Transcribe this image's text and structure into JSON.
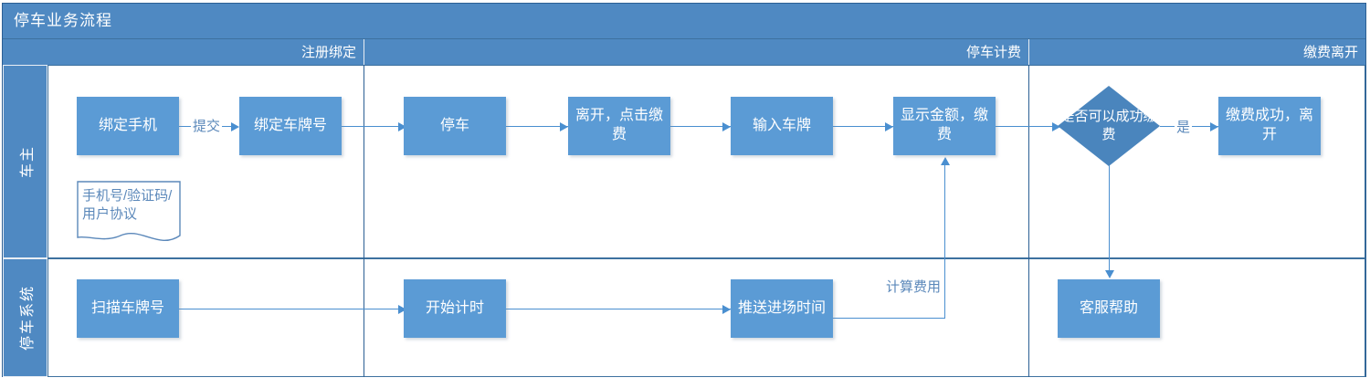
{
  "title": "停车业务流程",
  "phases": [
    {
      "label": "注册绑定"
    },
    {
      "label": "停车计费"
    },
    {
      "label": "缴费离开"
    }
  ],
  "lanes": [
    {
      "label": "车主"
    },
    {
      "label": "停车系统"
    }
  ],
  "nodes": {
    "bind_phone": "绑定手机",
    "bind_plate": "绑定车牌号",
    "park": "停车",
    "leave_pay": "离开，点击缴费",
    "input_plate": "输入车牌",
    "show_amount": "显示金额，缴费",
    "can_pay": "是否可以成功缴费",
    "pay_success": "缴费成功，离开",
    "doc_info": "手机号/验证码/用户协议",
    "scan_plate": "扫描车牌号",
    "start_timer": "开始计时",
    "push_entry_time": "推送进场时间",
    "customer_service": "客服帮助"
  },
  "edge_labels": {
    "submit": "提交",
    "yes": "是",
    "calc_fee": "计算费用"
  },
  "colors": {
    "header": "#4f89c2",
    "node_fill": "#5b9bd5",
    "connector": "#4a8fd0",
    "doc_text": "#5b88ba",
    "frame_border": "#2b5f94"
  }
}
